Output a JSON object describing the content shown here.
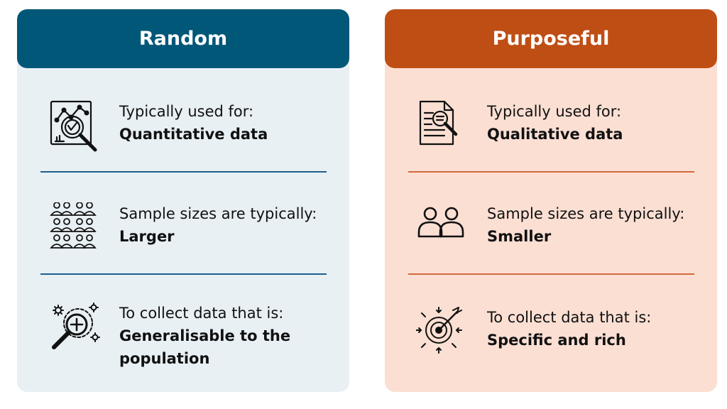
{
  "cards": [
    {
      "title": "Random",
      "rows": [
        {
          "label": "Typically used for:",
          "value": "Quantitative data",
          "icon": "chart-magnifier-icon"
        },
        {
          "label": "Sample sizes are typically:",
          "value": "Larger",
          "icon": "crowd-icon"
        },
        {
          "label": "To collect data that is:",
          "value": "Generalisable to the population",
          "icon": "zoom-in-gears-icon"
        }
      ]
    },
    {
      "title": "Purposeful",
      "rows": [
        {
          "label": "Typically used for:",
          "value": "Qualitative data",
          "icon": "document-magnifier-icon"
        },
        {
          "label": "Sample sizes are typically:",
          "value": "Smaller",
          "icon": "two-people-icon"
        },
        {
          "label": "To collect data that is:",
          "value": "Specific and rich",
          "icon": "target-arrow-icon"
        }
      ]
    }
  ],
  "colors": {
    "random_header": "#005778",
    "random_bg": "#e8f0f4",
    "purposeful_header": "#bf4e14",
    "purposeful_bg": "#fbdfd3"
  }
}
